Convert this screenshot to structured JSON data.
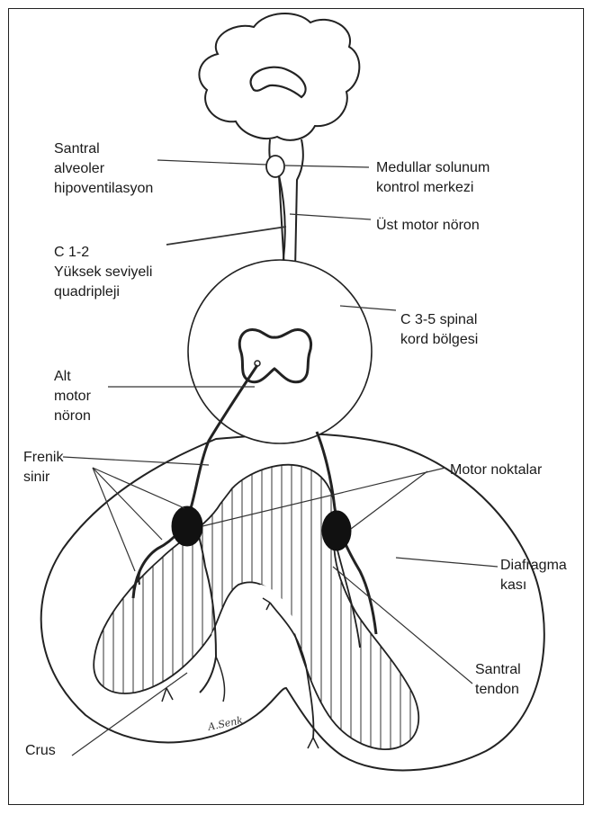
{
  "labels": {
    "santral_alveoler": [
      "Santral",
      "alveoler",
      "hipoventilasyon"
    ],
    "medullar": [
      "Medullar solunum",
      "kontrol merkezi"
    ],
    "ust_motor": [
      "Üst motor nöron"
    ],
    "c12": [
      "C 1-2",
      "Yüksek seviyeli",
      "quadripleji"
    ],
    "c35": [
      "C 3-5 spinal",
      "kord bölgesi"
    ],
    "alt_motor": [
      "Alt",
      "motor",
      "nöron"
    ],
    "frenik": [
      "Frenik",
      "sinir"
    ],
    "motor_noktalar": [
      "Motor noktalar"
    ],
    "diafragma": [
      "Diafragma",
      "kası"
    ],
    "santral_tendon": [
      "Santral",
      "tendon"
    ],
    "crus": [
      "Crus"
    ]
  },
  "signature": "A.Senk"
}
